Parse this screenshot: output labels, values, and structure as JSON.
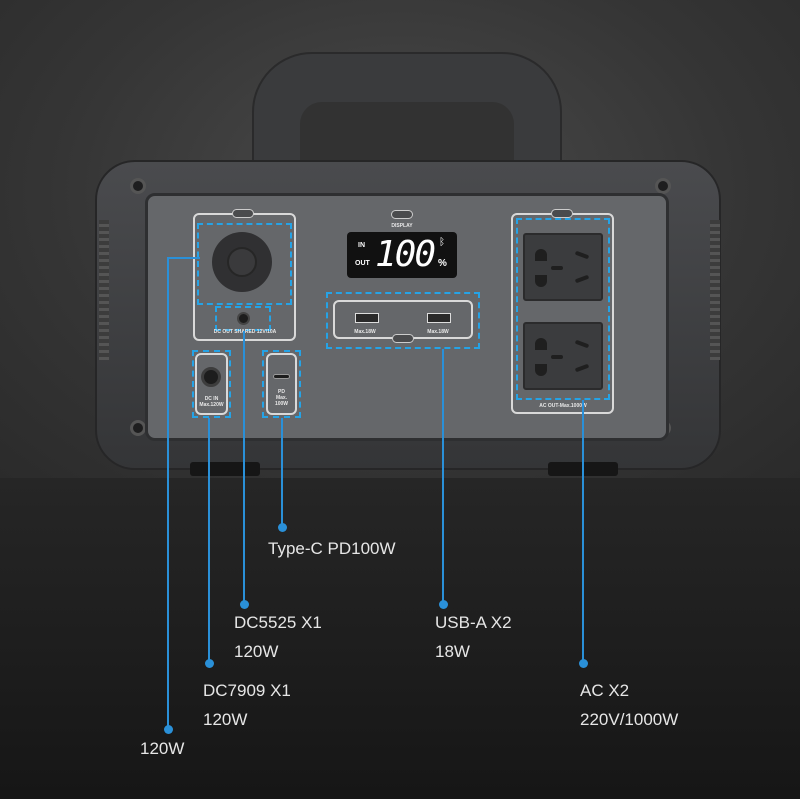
{
  "device": {
    "display_label": "DISPLAY",
    "lcd": {
      "in": "IN",
      "out": "OUT",
      "value": "100",
      "unit": "%",
      "bluetooth_icon": "bluetooth-icon"
    },
    "dc_out_label": "DC OUT SHARED 12V/10A",
    "dc_in_label": [
      "DC IN",
      "Max.120W"
    ],
    "pd_label": [
      "PD",
      "Max.",
      "100W"
    ],
    "usb_labels": [
      "Max.18W",
      "Max.18W"
    ],
    "ac_label": "AC OUT-Max.1000W"
  },
  "callouts": {
    "typec": "Type-C PD100W",
    "dc5525": [
      "DC5525 X1",
      "120W"
    ],
    "usba": [
      "USB-A X2",
      "18W"
    ],
    "dc7909": [
      "DC7909 X1",
      "120W"
    ],
    "ac": [
      "AC X2",
      "220V/1000W"
    ],
    "car": "120W"
  },
  "colors": {
    "accent": "#2a90d8"
  }
}
